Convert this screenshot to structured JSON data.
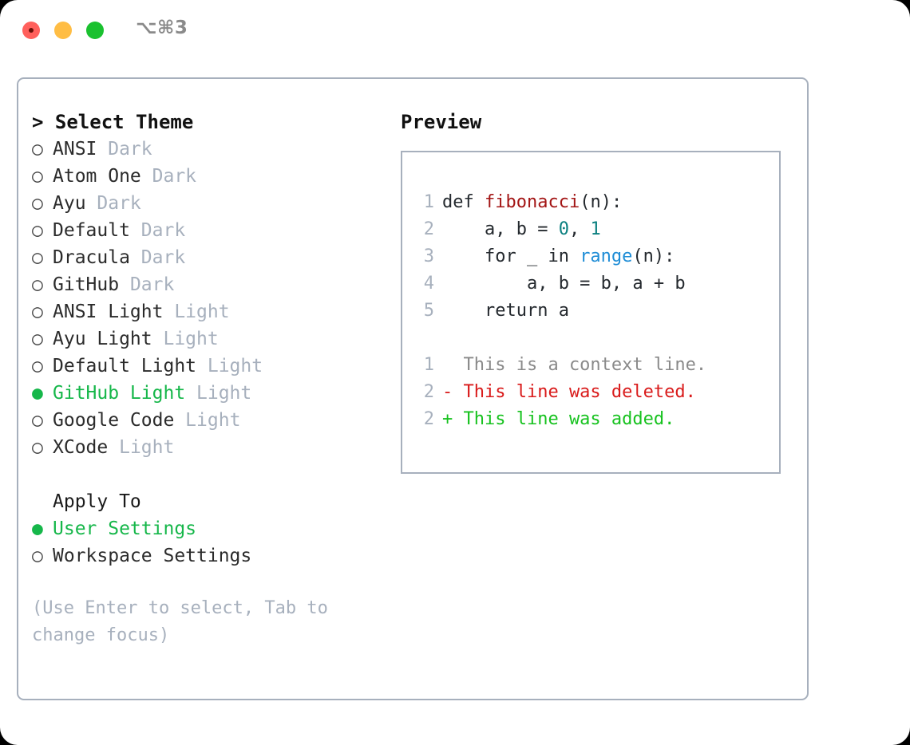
{
  "titlebar": {
    "shortcut": "⌥⌘3",
    "buttons": [
      {
        "name": "close",
        "color": "#ff605c"
      },
      {
        "name": "minimize",
        "color": "#ffbd44"
      },
      {
        "name": "maximize",
        "color": "#1ac12f"
      }
    ]
  },
  "left": {
    "header": "> Select Theme",
    "themes": [
      {
        "bullet": "○",
        "name": "ANSI",
        "mode": " Dark",
        "selected": false
      },
      {
        "bullet": "○",
        "name": "Atom One",
        "mode": " Dark",
        "selected": false
      },
      {
        "bullet": "○",
        "name": "Ayu",
        "mode": " Dark",
        "selected": false
      },
      {
        "bullet": "○",
        "name": "Default",
        "mode": " Dark",
        "selected": false
      },
      {
        "bullet": "○",
        "name": "Dracula",
        "mode": " Dark",
        "selected": false
      },
      {
        "bullet": "○",
        "name": "GitHub",
        "mode": " Dark",
        "selected": false
      },
      {
        "bullet": "○",
        "name": "ANSI Light",
        "mode": " Light",
        "selected": false
      },
      {
        "bullet": "○",
        "name": "Ayu Light",
        "mode": " Light",
        "selected": false
      },
      {
        "bullet": "○",
        "name": "Default Light",
        "mode": " Light",
        "selected": false
      },
      {
        "bullet": "●",
        "name": "GitHub Light",
        "mode": " Light",
        "selected": true
      },
      {
        "bullet": "○",
        "name": "Google Code",
        "mode": " Light",
        "selected": false
      },
      {
        "bullet": "○",
        "name": "XCode",
        "mode": " Light",
        "selected": false
      }
    ],
    "apply_to": {
      "title": "Apply To",
      "options": [
        {
          "bullet": "●",
          "name": "User Settings",
          "selected": true
        },
        {
          "bullet": "○",
          "name": "Workspace Settings",
          "selected": false
        }
      ]
    },
    "hint": "(Use Enter to select, Tab to change focus)"
  },
  "right": {
    "title": "Preview",
    "code_lines": [
      {
        "no": "1",
        "tokens": [
          {
            "t": "def ",
            "c": "plain"
          },
          {
            "t": "fibonacci",
            "c": "fn"
          },
          {
            "t": "(n):",
            "c": "plain"
          }
        ]
      },
      {
        "no": "2",
        "tokens": [
          {
            "t": "    a, b = ",
            "c": "plain"
          },
          {
            "t": "0",
            "c": "num"
          },
          {
            "t": ", ",
            "c": "plain"
          },
          {
            "t": "1",
            "c": "num"
          }
        ]
      },
      {
        "no": "3",
        "tokens": [
          {
            "t": "    for _ in ",
            "c": "plain"
          },
          {
            "t": "range",
            "c": "call"
          },
          {
            "t": "(n):",
            "c": "plain"
          }
        ]
      },
      {
        "no": "4",
        "tokens": [
          {
            "t": "        a, b = b, a + b",
            "c": "plain"
          }
        ]
      },
      {
        "no": "5",
        "tokens": [
          {
            "t": "    return a",
            "c": "plain"
          }
        ]
      }
    ],
    "diff_lines": [
      {
        "no": "1",
        "marker": "  ",
        "text": "This is a context line.",
        "kind": "ctx"
      },
      {
        "no": "2",
        "marker": "- ",
        "text": "This line was deleted.",
        "kind": "del"
      },
      {
        "no": "2",
        "marker": "+ ",
        "text": "This line was added.",
        "kind": "add"
      }
    ]
  },
  "colors": {
    "accent_green": "#16b74a",
    "muted": "#a7b0bd",
    "border": "#a7b0bd",
    "fn_red": "#a31515",
    "num_teal": "#0b8080",
    "call_blue": "#1f8dd6",
    "diff_del": "#d91b1b",
    "diff_add": "#17c21f"
  }
}
